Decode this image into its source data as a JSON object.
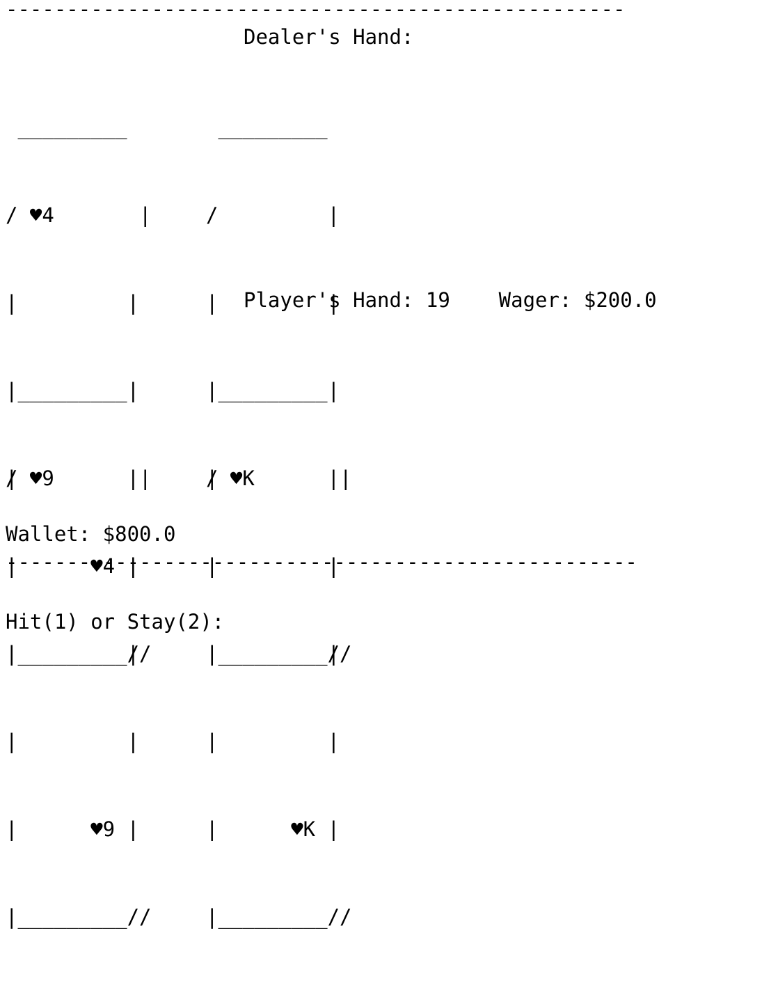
{
  "top_rule": "---------------------------------------------------",
  "dealer": {
    "title": "Dealer's Hand:",
    "cards": [
      {
        "top": " _________",
        "r1": "/ ♥4       |",
        "r2": "|         |",
        "r3": "|         |",
        "r4": "|         |",
        "r5": "|      ♥4 |",
        "bottom": "|_________//",
        "rank": "4",
        "suit": "♥",
        "face_up": true
      },
      {
        "top": " _________",
        "r1": "/         |",
        "r2": "|         |",
        "r3": "|         |",
        "r4": "|         |",
        "r5": "|         |",
        "bottom": "|_________//",
        "face_up": false
      }
    ]
  },
  "player": {
    "title": "Player's Hand: 19    Wager: $200.0",
    "cards": [
      {
        "top": " _________",
        "r1": "/ ♥9       |",
        "r2": "|         |",
        "r3": "|         |",
        "r4": "|         |",
        "r5": "|      ♥9 |",
        "bottom": "|_________//",
        "rank": "9",
        "suit": "♥",
        "face_up": true
      },
      {
        "top": " _________",
        "r1": "/ ♥K       |",
        "r2": "|         |",
        "r3": "|         |",
        "r4": "|         |",
        "r5": "|      ♥K |",
        "bottom": "|_________//",
        "rank": "K",
        "suit": "♥",
        "face_up": true
      }
    ]
  },
  "wallet_line": "Wallet: $800.0",
  "bottom_rule": "----------------------------------------------------",
  "prompt": "Hit(1) or Stay(2):"
}
